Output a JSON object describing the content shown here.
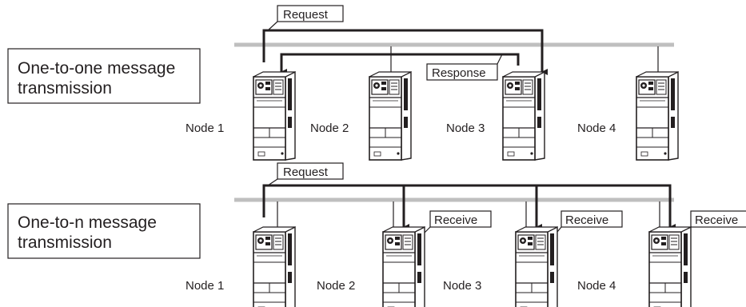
{
  "panels": [
    {
      "id": "one-to-one",
      "mode_label_line1": "One-to-one message",
      "mode_label_line2": "transmission",
      "request_label": "Request",
      "response_label": "Response",
      "nodes": [
        "Node 1",
        "Node 2",
        "Node 3",
        "Node 4"
      ]
    },
    {
      "id": "one-to-n",
      "mode_label_line1": "One-to-n message",
      "mode_label_line2": "transmission",
      "request_label": "Request",
      "receive_labels": [
        "Receive",
        "Receive",
        "Receive"
      ],
      "nodes": [
        "Node 1",
        "Node 2",
        "Node 3",
        "Node 4"
      ]
    }
  ],
  "colors": {
    "bus": "#bfbfbf",
    "line": "#231f20",
    "device_body": "#ffffff",
    "device_dark": "#231f20"
  }
}
